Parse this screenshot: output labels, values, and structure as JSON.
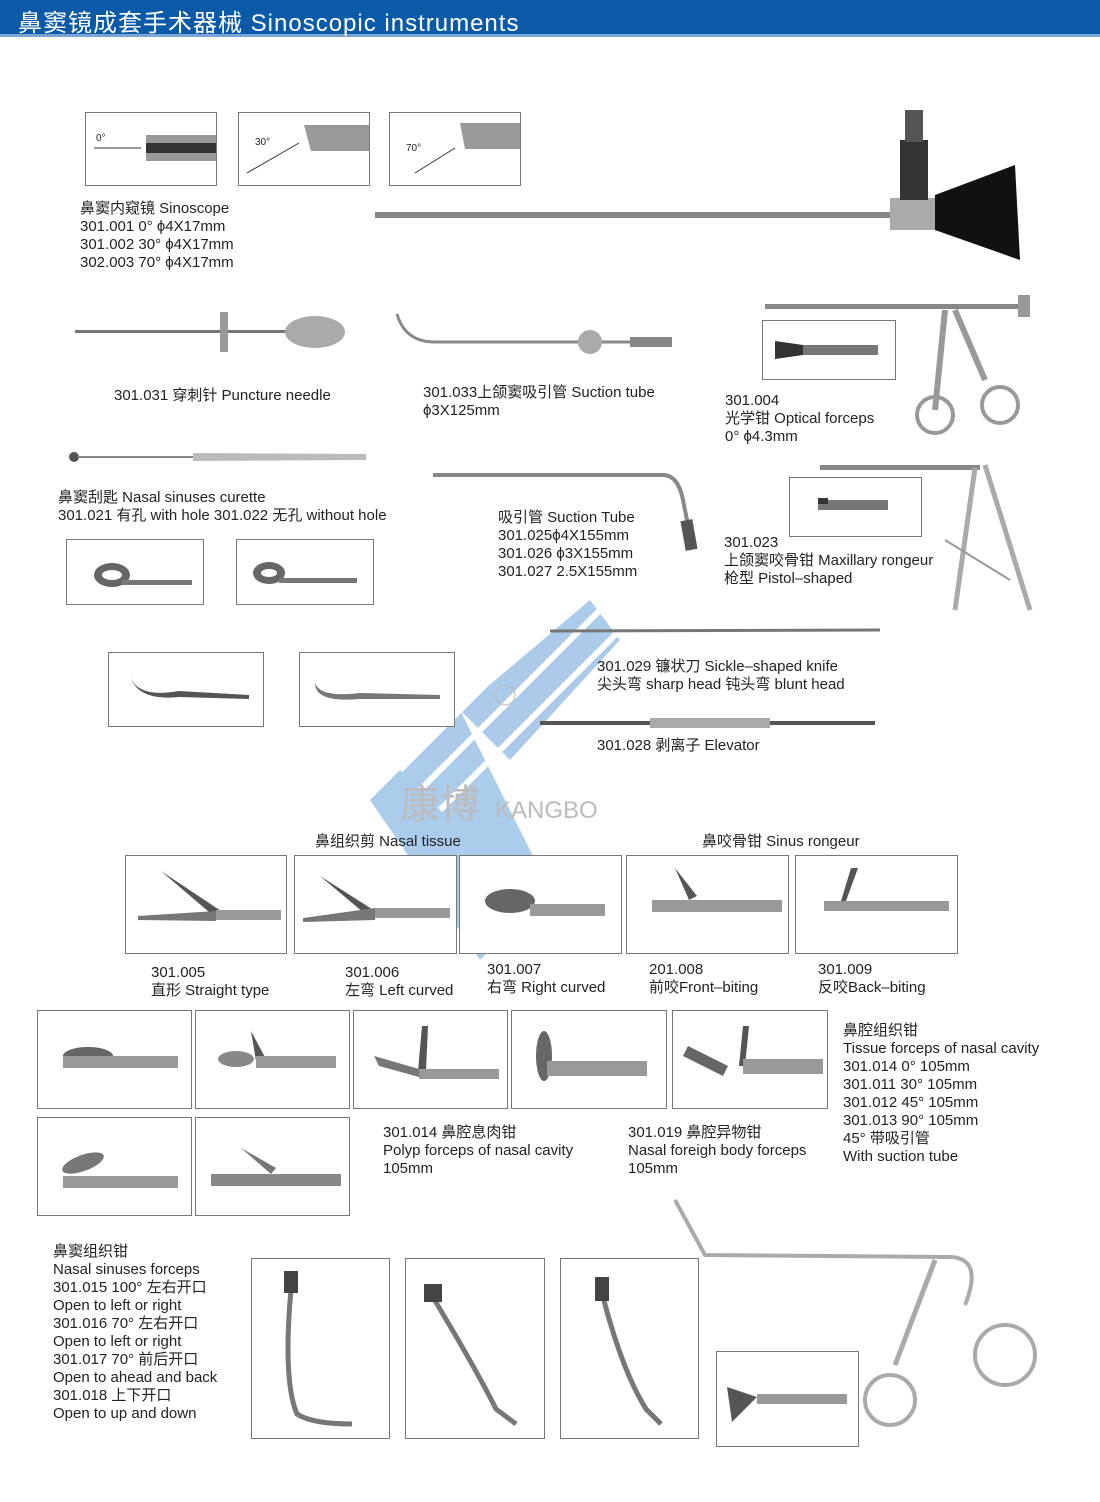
{
  "header": {
    "title": "鼻窦镜成套手术器械 Sinoscopic instruments"
  },
  "sinoscope": {
    "angles": [
      "0°",
      "30°",
      "70°"
    ],
    "lines": [
      "鼻窦内窥镜 Sinoscope",
      "301.001 0°   ϕ4X17mm",
      "301.002 30°   ϕ4X17mm",
      "302.003 70°   ϕ4X17mm"
    ]
  },
  "puncture": {
    "label": "301.031 穿刺针 Puncture needle"
  },
  "suction1": {
    "lines": [
      "301.033上颌窦吸引管 Suction tube",
      "ϕ3X125mm"
    ]
  },
  "optical": {
    "lines": [
      "301.004",
      "光学钳 Optical forceps",
      "0°   ϕ4.3mm"
    ]
  },
  "curette": {
    "lines": [
      "鼻窦刮匙 Nasal sinuses curette",
      "301.021 有孔 with hole  301.022 无孔 without hole"
    ]
  },
  "suction2": {
    "lines": [
      "吸引管 Suction Tube",
      "301.025ϕ4X155mm",
      "301.026  ϕ3X155mm",
      "301.027 2.5X155mm"
    ]
  },
  "rongeur": {
    "lines": [
      "301.023",
      "上颌窦咬骨钳 Maxillary rongeur",
      "枪型 Pistol–shaped"
    ]
  },
  "knife": {
    "lines": [
      "301.029 镰状刀 Sickle–shaped knife",
      "尖头弯 sharp head  钝头弯 blunt head"
    ]
  },
  "elevator": {
    "label": "301.028 剥离子 Elevator"
  },
  "watermark": {
    "cn": "康博",
    "en": "KANGBO",
    "reg": "®"
  },
  "nasal_tissue": {
    "heading": "鼻组织剪 Nasal tissue",
    "items": [
      [
        "301.005",
        "直形 Straight type"
      ],
      [
        "301.006",
        "左弯 Left curved"
      ],
      [
        "301.007",
        "右弯 Right curved"
      ]
    ]
  },
  "sinus_rongeur": {
    "heading": "鼻咬骨钳 Sinus rongeur",
    "items": [
      [
        "201.008",
        "前咬Front–biting"
      ],
      [
        "301.009",
        "反咬Back–biting"
      ]
    ]
  },
  "tissue_forceps": {
    "lines": [
      "鼻腔组织钳",
      "Tissue forceps of nasal cavity",
      "301.014 0°   105mm",
      "301.011 30°   105mm",
      "301.012 45°   105mm",
      "301.013 90°   105mm",
      "45°  带吸引管",
      "With suction tube"
    ]
  },
  "polyp": {
    "lines": [
      "301.014 鼻腔息肉钳",
      "Polyp forceps of nasal cavity",
      "105mm"
    ]
  },
  "foreign": {
    "lines": [
      "301.019 鼻腔异物钳",
      "Nasal foreigh body forceps",
      "105mm"
    ]
  },
  "sinus_forceps": {
    "lines": [
      "鼻窦组织钳",
      "Nasal sinuses forceps",
      "301.015 100°  左右开口",
      "Open to left or right",
      "301.016 70°  左右开口",
      "Open to left or right",
      "301.017 70°   前后开口",
      "Open to ahead and back",
      "301.018 上下开口",
      "Open to up and down"
    ]
  }
}
